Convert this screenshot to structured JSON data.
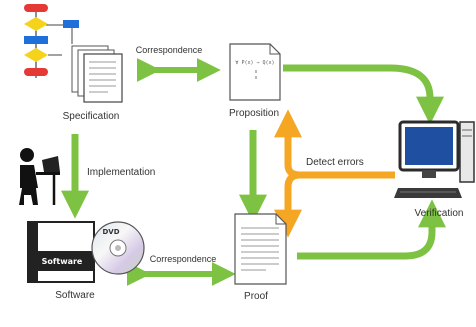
{
  "nodes": {
    "specification": {
      "label": "Specification"
    },
    "proposition": {
      "label": "Proposition",
      "doc_line": "∀ P(x) ⇒ Q(x)"
    },
    "verification": {
      "label": "Verification"
    },
    "software": {
      "label": "Software",
      "box_label": "Software",
      "disc_label": "DVD"
    },
    "proof": {
      "label": "Proof"
    }
  },
  "edges": {
    "correspondence_top": {
      "label": "Correspondence"
    },
    "implementation": {
      "label": "Implementation"
    },
    "detect_errors": {
      "label": "Detect errors"
    },
    "correspondence_bottom": {
      "label": "Correspondence"
    }
  },
  "colors": {
    "green_arrow": "#7dc242",
    "orange_arrow": "#f5a623",
    "flow_red": "#e53935",
    "flow_yellow": "#f4d31a",
    "flow_blue": "#1e6fd9"
  },
  "icons": [
    "flowchart-icon",
    "document-icon",
    "computer-icon",
    "person-at-desk-icon",
    "software-box-icon",
    "disc-icon"
  ]
}
